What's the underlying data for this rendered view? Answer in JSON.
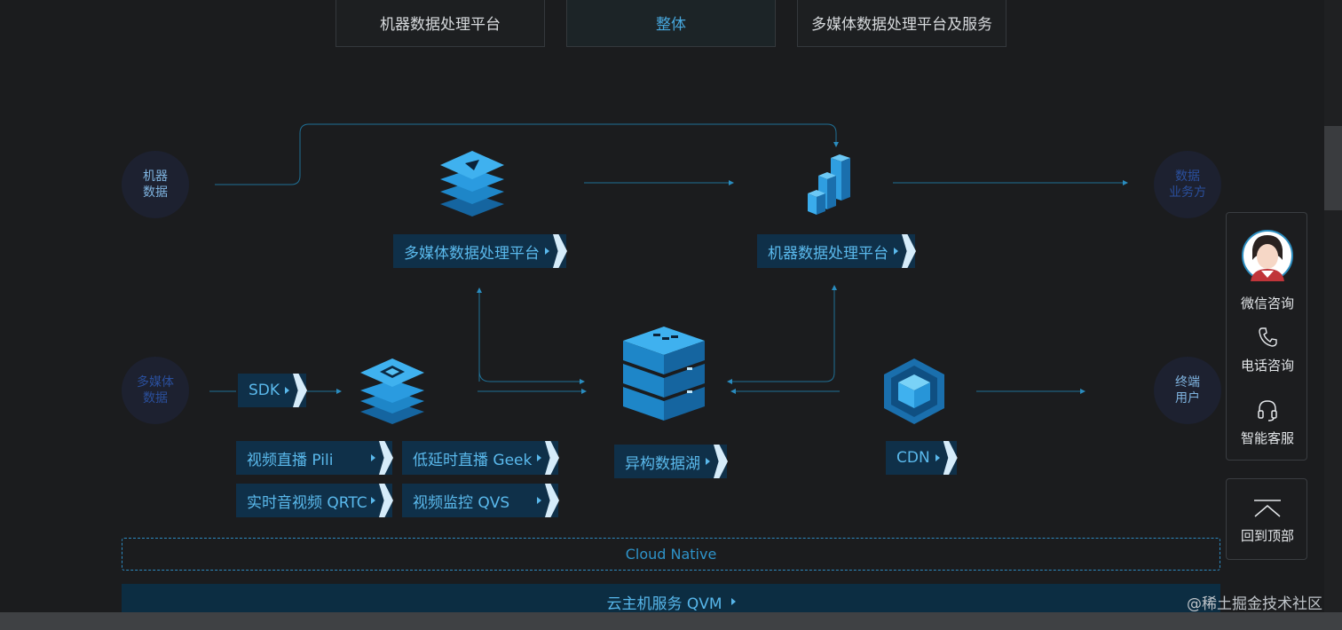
{
  "tabs": [
    {
      "label": "机器数据处理平台",
      "active": false
    },
    {
      "label": "整体",
      "active": true
    },
    {
      "label": "多媒体数据处理平台及服务",
      "active": false
    }
  ],
  "nodes": {
    "machine_data": "机器\n数据",
    "business_app": "数据\n业务方",
    "multimedia_data": "多媒体\n数据",
    "end_user": "终端\n用户"
  },
  "platforms": {
    "multimedia": "多媒体数据处理平台",
    "machine": "机器数据处理平台",
    "sdk": "SDK",
    "live_pili": "视频直播 Pili",
    "low_latency_geek": "低延时直播 Geek",
    "rtc_qrtc": "实时音视频 QRTC",
    "monitor_qvs": "视频监控 QVS",
    "data_lake": "异构数据湖",
    "cdn": "CDN"
  },
  "cloud_native": "Cloud Native",
  "qvm_bar": "云主机服务 QVM",
  "side_panel": {
    "wechat": "微信咨询",
    "phone": "电话咨询",
    "smart_service": "智能客服",
    "back_to_top": "回到顶部"
  },
  "watermark": "@稀土掘金技术社区",
  "colors": {
    "accent": "#47a7dd",
    "label_bg": "#0f3049",
    "line": "#1f6f95",
    "background": "#1b1c1e"
  },
  "icons": [
    "layered-stack-icon",
    "bar-chart-icon",
    "chip-stack-icon",
    "server-stack-icon",
    "hexagon-cube-icon",
    "phone-icon",
    "headset-icon",
    "up-arrow-icon",
    "avatar"
  ]
}
